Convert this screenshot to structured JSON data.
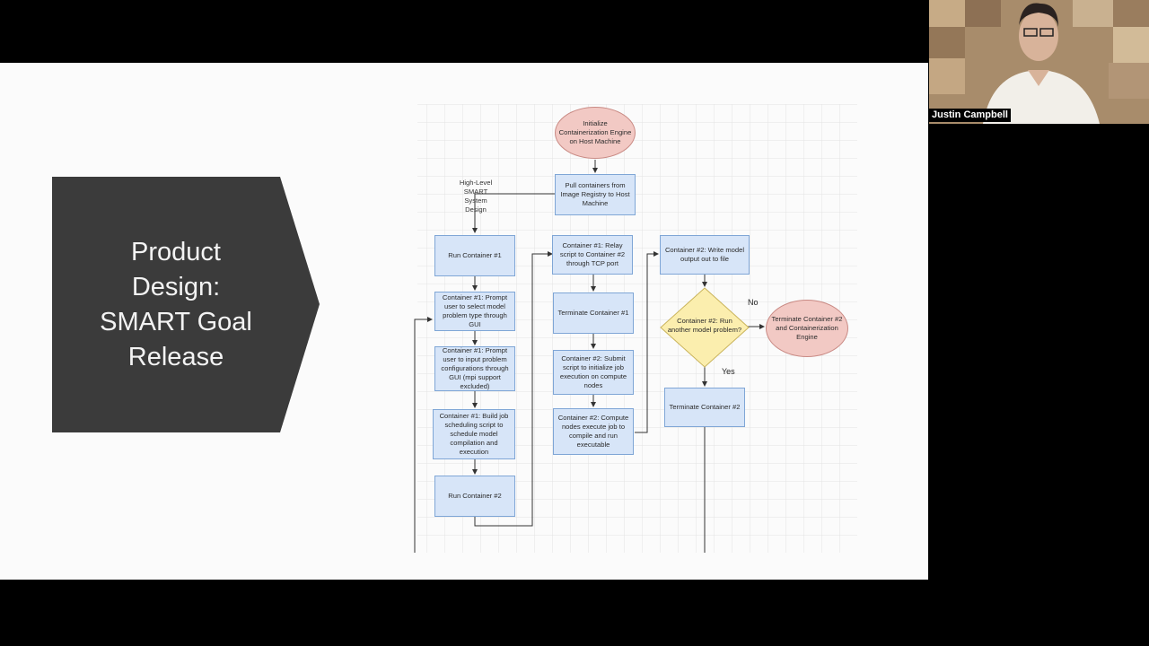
{
  "slide": {
    "title_lines": [
      "Product",
      "Design:",
      "SMART Goal",
      "Release"
    ],
    "diagram": {
      "caption_lines": [
        "High-Level",
        "SMART",
        "System",
        "Design"
      ],
      "nodes": {
        "init": "Initialize Containerization Engine on Host Machine",
        "pull": "Pull containers from Image Registry to Host Machine",
        "run1": "Run Container #1",
        "prompt_model": "Container #1: Prompt user to select model problem type through GUI",
        "prompt_config": "Container #1: Prompt user to input problem configurations through GUI (mpi support excluded)",
        "build_job": "Container #1: Build job scheduling script to schedule model compilation and execution",
        "run2": "Run Container #2",
        "relay": "Container #1: Relay script to Container #2 through TCP port",
        "terminate1": "Terminate Container #1",
        "submit": "Container #2: Submit script to initialize job execution on compute nodes",
        "compute": "Container #2: Compute nodes execute job to compile and run executable",
        "write_output": "Container #2: Write model output out to file",
        "decision": "Container #2: Run another model problem?",
        "terminate_engine": "Terminate Container #2 and Containerization Engine",
        "terminate2": "Terminate Container #2"
      },
      "edge_labels": {
        "no": "No",
        "yes": "Yes"
      }
    }
  },
  "participant": {
    "name": "Justin Campbell"
  },
  "colors": {
    "chevron": "#3b3b3b",
    "process_fill": "#d7e5f8",
    "terminal_fill": "#f2c9c4",
    "decision_fill": "#fbeeae"
  }
}
